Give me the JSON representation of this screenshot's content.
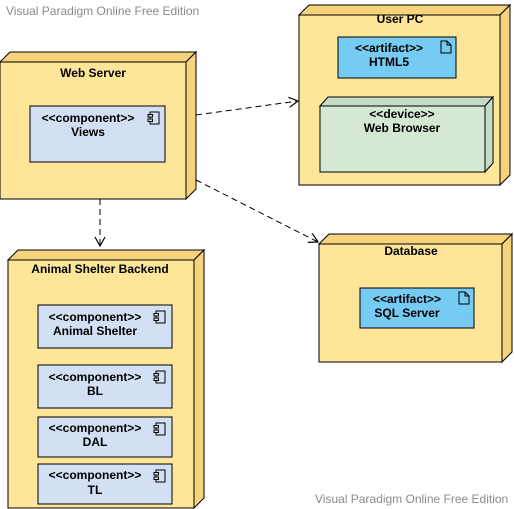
{
  "watermarks": {
    "top": "Visual Paradigm Online Free Edition",
    "bottom": "Visual Paradigm Online Free Edition"
  },
  "colors": {
    "node_fill": "#fde59a",
    "node_side": "#f6d37c",
    "node_stroke": "#000000",
    "component_fill": "#d3e0f4",
    "artifact_fill": "#75cbf1",
    "device_fill": "#d5e8d4",
    "device_side": "#c4dcc3",
    "edge": "#000000",
    "watermark": "#8a8a8a"
  },
  "nodes": {
    "web_server": {
      "title": "Web Server",
      "views": {
        "stereotype": "<<component>>",
        "name": "Views"
      }
    },
    "user_pc": {
      "title": "User PC",
      "html5": {
        "stereotype": "<<artifact>>",
        "name": "HTML5"
      },
      "web_browser": {
        "stereotype": "<<device>>",
        "name": "Web Browser"
      }
    },
    "database": {
      "title": "Database",
      "sql_server": {
        "stereotype": "<<artifact>>",
        "name": "SQL Server"
      }
    },
    "animal_shelter_backend": {
      "title": "Animal Shelter Backend",
      "animal_shelter": {
        "stereotype": "<<component>>",
        "name": "Animal Shelter"
      },
      "bl": {
        "stereotype": "<<component>>",
        "name": "BL"
      },
      "dal": {
        "stereotype": "<<component>>",
        "name": "DAL"
      },
      "tl": {
        "stereotype": "<<component>>",
        "name": "TL"
      }
    }
  },
  "icons": {
    "component": "component-icon",
    "artifact": "document-icon"
  },
  "edges": [
    {
      "from": "web_server",
      "to": "user_pc",
      "style": "dashed-open-arrow"
    },
    {
      "from": "web_server",
      "to": "database",
      "style": "dashed-open-arrow"
    },
    {
      "from": "web_server",
      "to": "animal_shelter_backend",
      "style": "dashed-open-arrow"
    }
  ]
}
